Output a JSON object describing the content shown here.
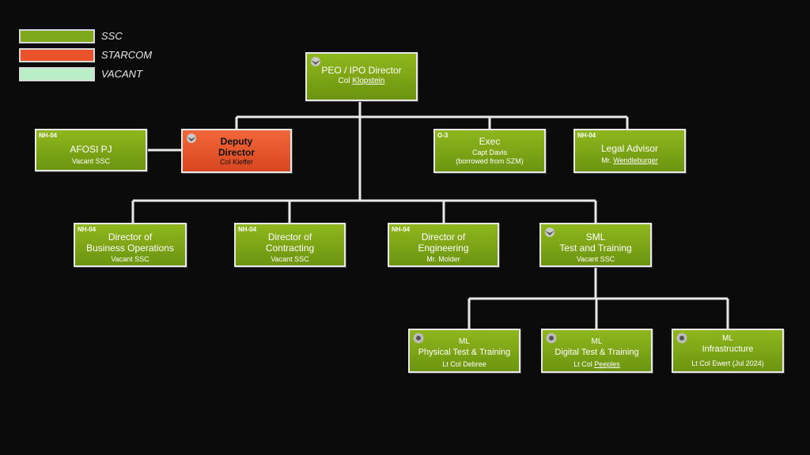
{
  "legend": [
    {
      "label": "SSC",
      "color": "#7fa81a"
    },
    {
      "label": "STARCOM",
      "color": "#e9532b"
    },
    {
      "label": "VACANT",
      "color": "#b9efc6"
    }
  ],
  "colors": {
    "green": "#7fa81a",
    "red": "#e9532b",
    "line": "#e8e8e8"
  },
  "nodes": {
    "peo": {
      "title1": "PEO / IPO Director",
      "title2": "",
      "name_prefix": "Col ",
      "name_underlined": "Klopstein",
      "name_suffix": ""
    },
    "afosi": {
      "grade": "NH-04",
      "title1": "AFOSI PJ",
      "title2": "",
      "name_prefix": "Vacant SSC",
      "name_underlined": "",
      "name_suffix": ""
    },
    "deputy": {
      "title1": "Deputy",
      "title2": "Director",
      "name_prefix": "Col Kieffer",
      "name_underlined": "",
      "name_suffix": ""
    },
    "exec": {
      "grade": "O-3",
      "title1": "Exec",
      "title2": "",
      "name_prefix": "Capt Davis",
      "name_underlined": "",
      "name_suffix": "",
      "name2": "(borrowed from SZM)"
    },
    "legal": {
      "grade": "NH-04",
      "title1": "Legal Advisor",
      "title2": "",
      "name_prefix": "Mr. ",
      "name_underlined": "Wendleburger",
      "name_suffix": ""
    },
    "busops": {
      "grade": "NH-04",
      "title1": "Director of",
      "title2": "Business Operations",
      "name_prefix": "Vacant SSC",
      "name_underlined": "",
      "name_suffix": ""
    },
    "contracting": {
      "grade": "NH-04",
      "title1": "Director of",
      "title2": "Contracting",
      "name_prefix": "Vacant SSC",
      "name_underlined": "",
      "name_suffix": ""
    },
    "engineering": {
      "grade": "NH-04",
      "title1": "Director of",
      "title2": "Engineering",
      "name_prefix": "Mr. Molder",
      "name_underlined": "",
      "name_suffix": ""
    },
    "sml": {
      "title1": "SML",
      "title2": "Test and Training",
      "name_prefix": "Vacant SSC",
      "name_underlined": "",
      "name_suffix": ""
    },
    "physical": {
      "title1": "ML",
      "title2": "Physical Test & Training",
      "name_prefix": "Lt Col Debree",
      "name_underlined": "",
      "name_suffix": ""
    },
    "digital": {
      "title1": "ML",
      "title2": "Digital Test & Training",
      "name_prefix": "Lt Col ",
      "name_underlined": "Peeples",
      "name_suffix": ""
    },
    "infra": {
      "title1": "ML",
      "title2": "Infrastructure",
      "name_prefix": "Lt Col Ewert (Jul 2024)",
      "name_underlined": "",
      "name_suffix": ""
    }
  }
}
